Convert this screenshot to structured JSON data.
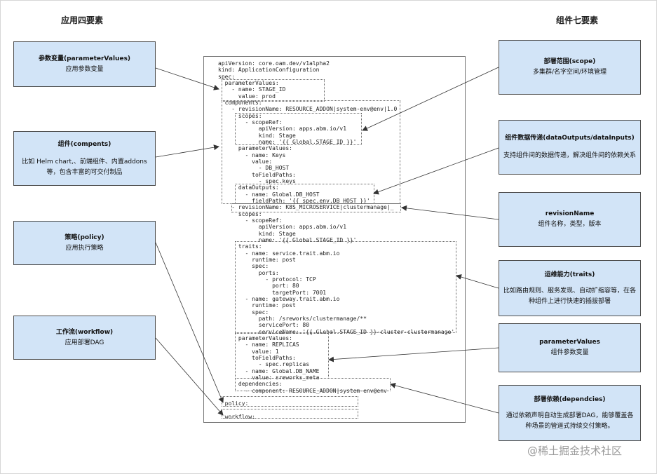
{
  "headings": {
    "left": "应用四要素",
    "right": "组件七要素"
  },
  "left_boxes": [
    {
      "title": "参数变量(parameterValues)",
      "desc": "应用参数变量"
    },
    {
      "title": "组件(compents)",
      "desc": "比如 Helm chart,、前端组件、内置addons等，包含丰富的可交付制品"
    },
    {
      "title": "策略(policy)",
      "desc": "应用执行策略"
    },
    {
      "title": "工作流(workflow)",
      "desc": "应用部署DAG"
    }
  ],
  "right_boxes": [
    {
      "title": "部署范围(scope)",
      "desc": "多集群/名字空间/环境管理"
    },
    {
      "title": "组件数据传递(dataOutputs/dataInputs)",
      "desc": "支持组件间的数据传递，解决组件间的依赖关系"
    },
    {
      "title": "revisionName",
      "desc": "组件名称，类型，版本"
    },
    {
      "title": "运维能力(traits)",
      "desc": "比如路由规则、服务发现、自动扩缩容等，在各种组件上进行快速的插拔部署"
    },
    {
      "title": "parameterValues",
      "desc": "组件参数变量"
    },
    {
      "title": "部署依赖(dependcies)",
      "desc": "通过依赖声明自动生成部署DAG，能够覆盖各种场景的管道式持续交付策略。"
    }
  ],
  "code_lines": [
    "apiVersion: core.oam.dev/v1alpha2",
    "kind: ApplicationConfiguration",
    "spec:",
    "  parameterValues:",
    "    - name: STAGE_ID",
    "      value: prod",
    "  components:",
    "    - revisionName: RESOURCE_ADDON|system-env@env|1.0",
    "      scopes:",
    "        - scopeRef:",
    "            apiVersion: apps.abm.io/v1",
    "            kind: Stage",
    "            name: '{{ Global.STAGE_ID }}'",
    "      parameterValues:",
    "        - name: Keys",
    "          value:",
    "            - DB_HOST",
    "          toFieldPaths:",
    "            - spec.keys",
    "      dataOutputs:",
    "        - name: Global.DB_HOST",
    "          fieldPath: '{{ spec.env.DB_HOST }}'",
    "    - revisionName: K8S_MICROSERVICE|clustermanage|_",
    "      scopes:",
    "        - scopeRef:",
    "            apiVersion: apps.abm.io/v1",
    "            kind: Stage",
    "            name: '{{ Global.STAGE_ID }}'",
    "      traits:",
    "        - name: service.trait.abm.io",
    "          runtime: post",
    "          spec:",
    "            ports:",
    "              - protocol: TCP",
    "                port: 80",
    "                targetPort: 7001",
    "        - name: gateway.trait.abm.io",
    "          runtime: post",
    "          spec:",
    "            path: /sreworks/clustermanage/**",
    "            servicePort: 80",
    "            serviceName: '{{ Global.STAGE_ID }}-cluster-clustermanage'",
    "      parameterValues:",
    "        - name: REPLICAS",
    "          value: 1",
    "          toFieldPaths:",
    "            - spec.replicas",
    "        - name: Global.DB_NAME",
    "          value: sreworks_meta",
    "      dependencies:",
    "        - component: RESOURCE_ADDON|system-env@env",
    "",
    "  policy:",
    "",
    "  workflow:"
  ],
  "watermark": "@稀土掘金技术社区"
}
